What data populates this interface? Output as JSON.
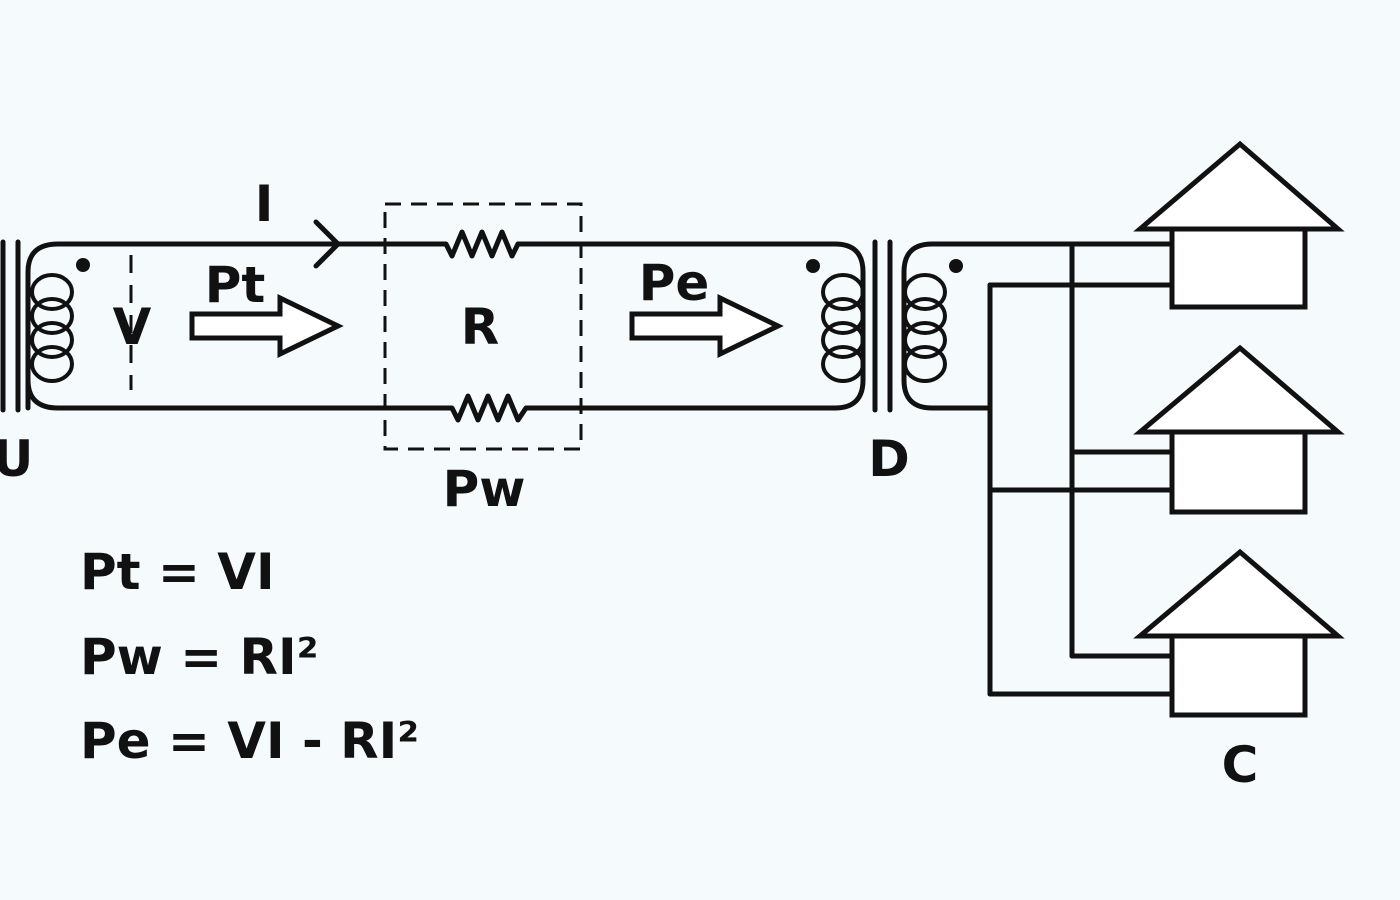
{
  "diagram": {
    "labels": {
      "current": "I",
      "voltage": "V",
      "transmitted_power": "Pt",
      "resistance": "R",
      "delivered_power": "Pe",
      "wasted_power": "Pw",
      "step_up_transformer": "U",
      "step_down_transformer": "D",
      "consumers": "C"
    },
    "equations": [
      "Pt = VI",
      "Pw = RI²",
      "Pe = VI - RI²"
    ],
    "colors": {
      "background": "#f5fbfd",
      "ink": "#111111",
      "house_fill": "#ffffff"
    }
  }
}
